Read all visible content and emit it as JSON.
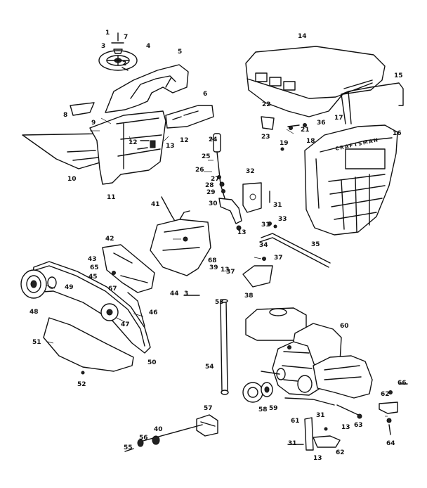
{
  "callouts": [
    "1",
    "2",
    "3",
    "4",
    "5",
    "6",
    "7",
    "8",
    "9",
    "10",
    "11",
    "12",
    "13",
    "14",
    "15",
    "16",
    "17",
    "18",
    "19",
    "21",
    "22",
    "23",
    "24",
    "25",
    "26",
    "27",
    "28",
    "29",
    "30",
    "31",
    "32",
    "33",
    "34",
    "35",
    "36",
    "37",
    "38",
    "39",
    "40",
    "41",
    "42",
    "43",
    "44",
    "45",
    "46",
    "47",
    "48",
    "49",
    "50",
    "51",
    "52",
    "53",
    "54",
    "55",
    "56",
    "57",
    "58",
    "59",
    "60",
    "61",
    "62",
    "63",
    "64",
    "65",
    "66",
    "67",
    "68"
  ],
  "panel_text": "CRAFTSMAN"
}
